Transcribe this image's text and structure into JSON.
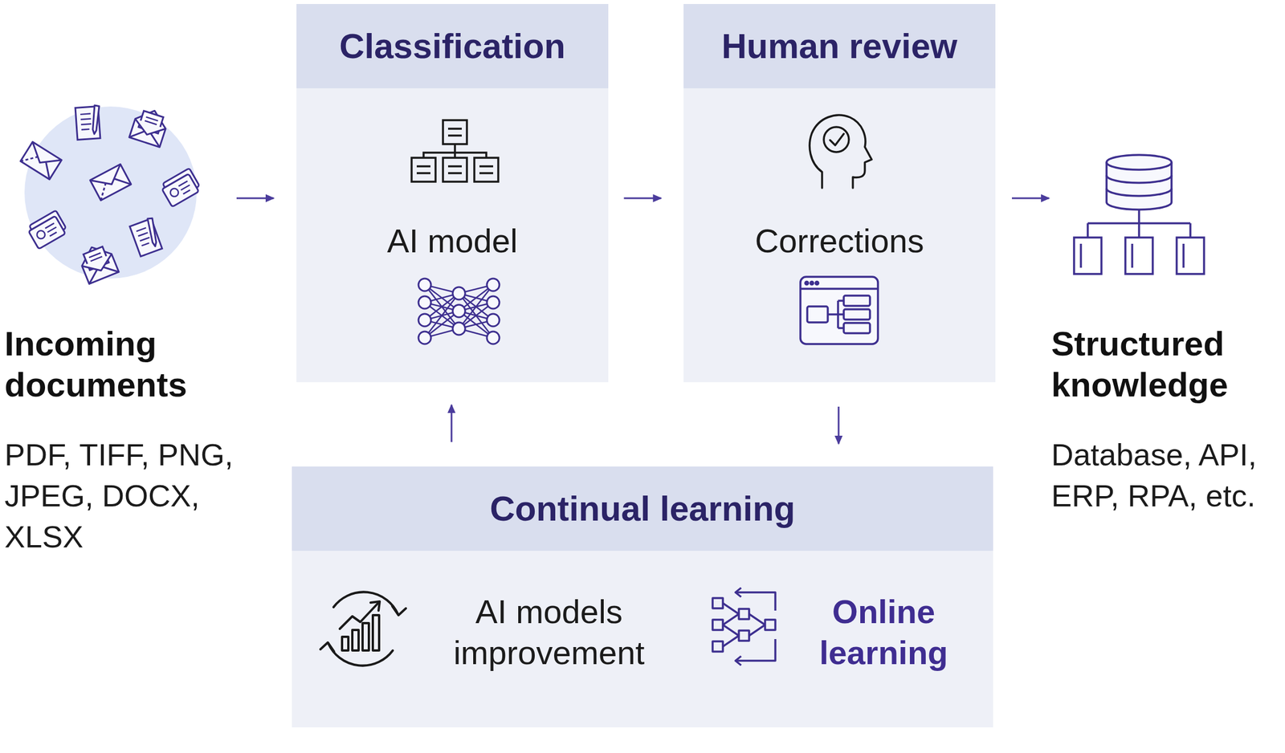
{
  "diagram": {
    "nodes": [
      {
        "text": [
          "Incoming documents",
          "PDF, TIFF, PNG, JPEG, DOCX, XLSX"
        ]
      },
      {
        "text": [
          "Classification",
          "AI model"
        ]
      },
      {
        "text": [
          "Human review",
          "Corrections"
        ]
      },
      {
        "text": [
          "Structured knowledge",
          "Database, API, ERP, RPA, etc."
        ]
      },
      {
        "text": [
          "Continual learning",
          "AI models improvement",
          "Online learning"
        ]
      }
    ],
    "edges": [
      {
        "from": 0,
        "to": 1,
        "arrow": "to"
      },
      {
        "from": 1,
        "to": 2,
        "arrow": "to"
      },
      {
        "from": 2,
        "to": 3,
        "arrow": "to"
      },
      {
        "from": 2,
        "to": 4,
        "arrow": "to"
      },
      {
        "from": 4,
        "to": 1,
        "arrow": "to"
      }
    ]
  }
}
